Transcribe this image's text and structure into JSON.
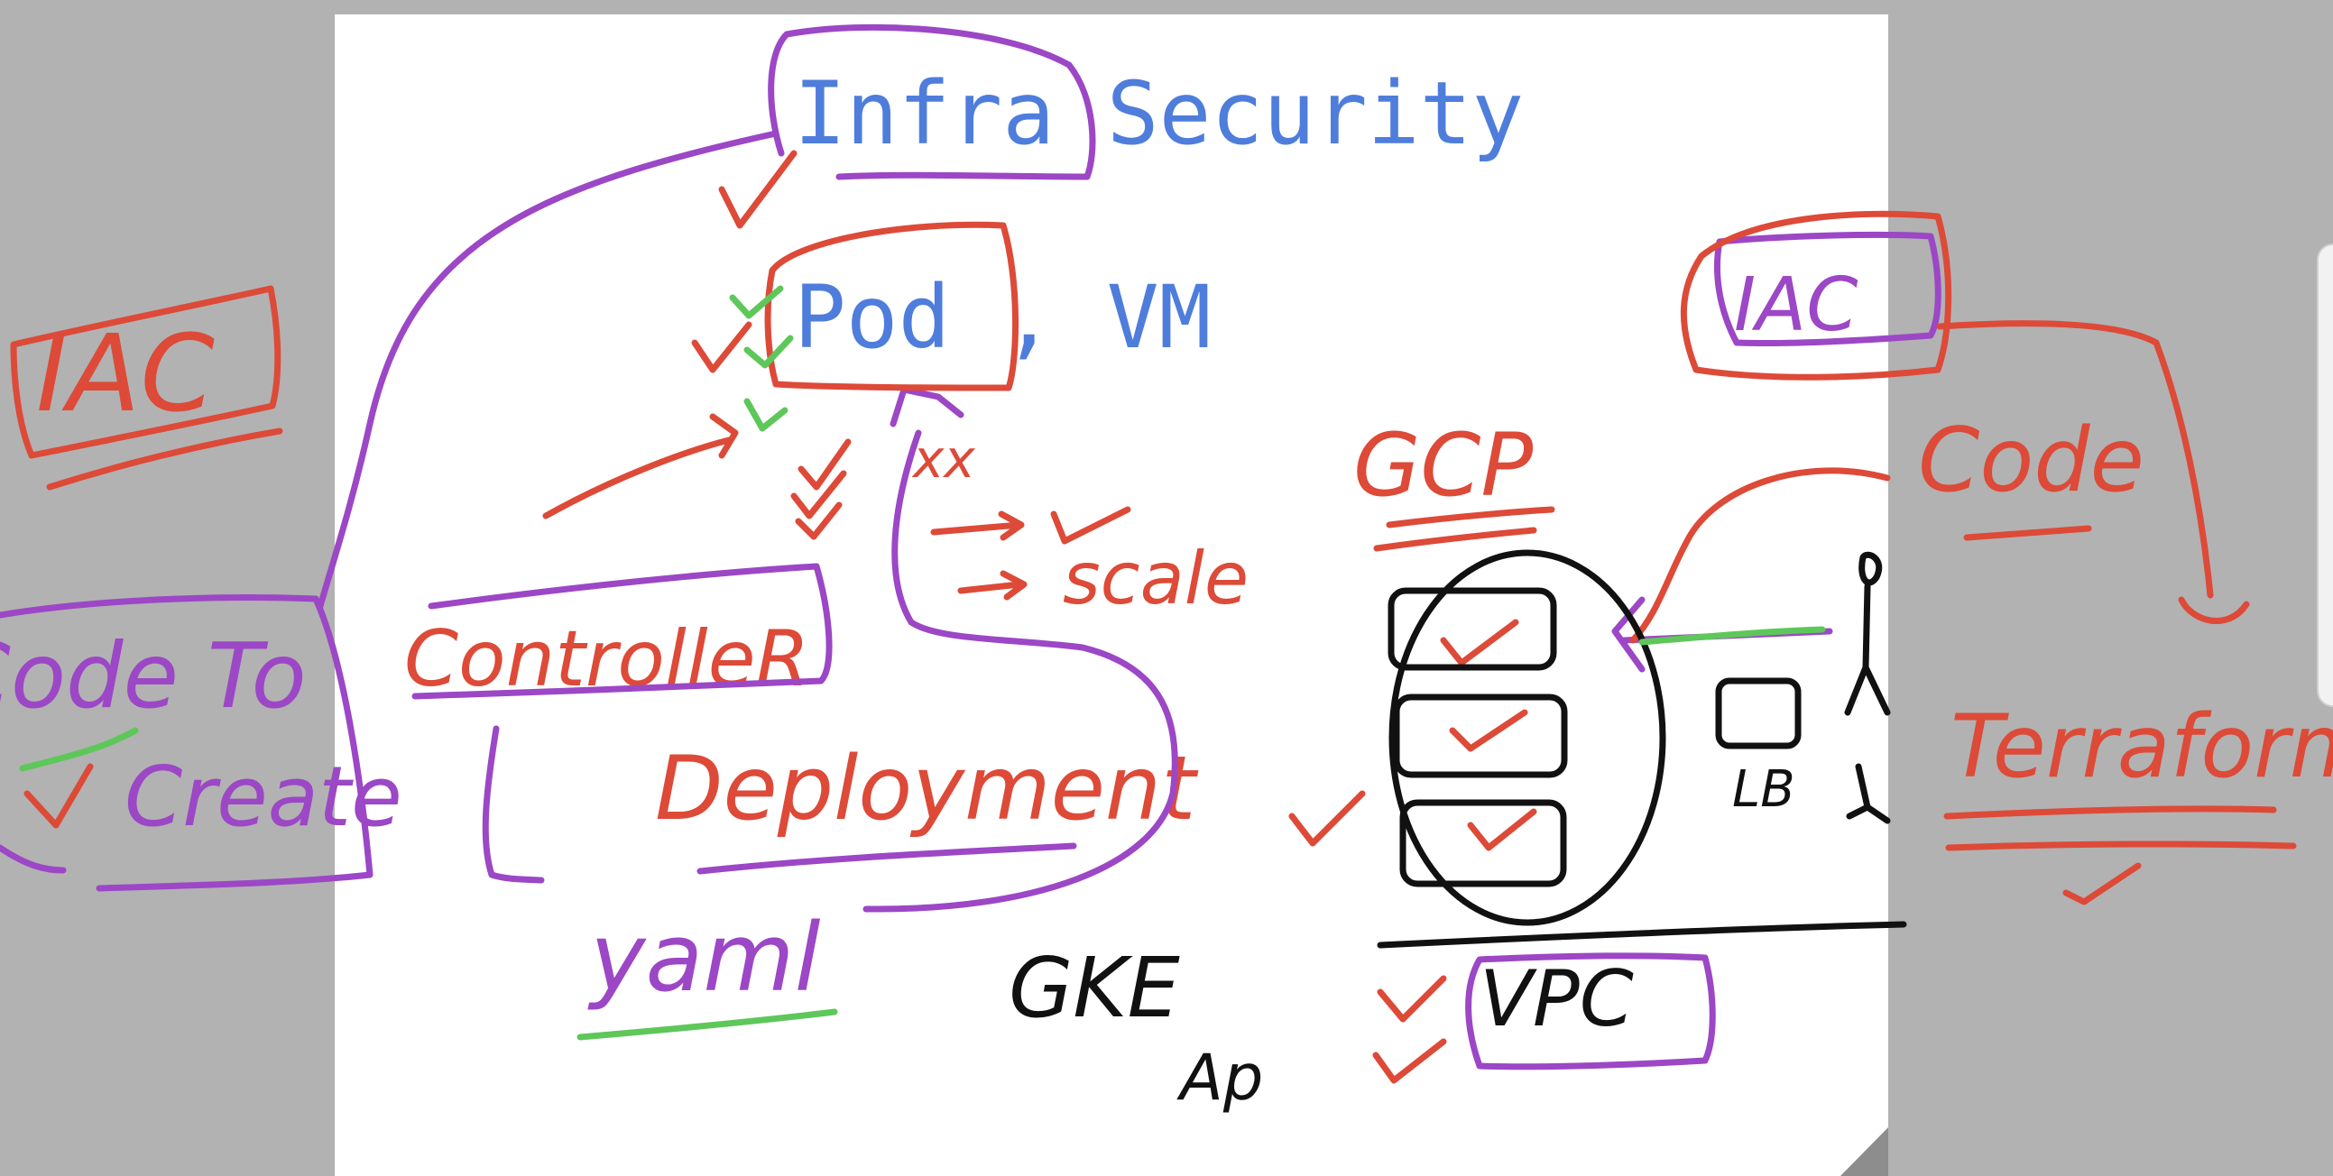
{
  "whiteboard": {
    "title": "Infra Security",
    "typed_second_line": "Pod , VM",
    "left_panel": {
      "iac": "IAC",
      "code_to": "Code To",
      "create": "Create"
    },
    "controller": "ControlleR",
    "deployment": "Deployment",
    "yaml": "yaml",
    "scale": "scale",
    "xx": "xx",
    "gke": "GKE",
    "ap": "Ap",
    "gcp": "GCP",
    "lb": "LB",
    "vpc": "VPC",
    "right_panel": {
      "iac": "IAC",
      "code": "Code",
      "terraform": "Terraform"
    }
  },
  "colors": {
    "red_ink": "#dd4a38",
    "purple_ink": "#9c47c6",
    "green_ink": "#5ec75a",
    "black_ink": "#111111",
    "typed_text": "#4e7ddc",
    "canvas": "#ffffff",
    "backdrop": "#b2b2b2"
  }
}
